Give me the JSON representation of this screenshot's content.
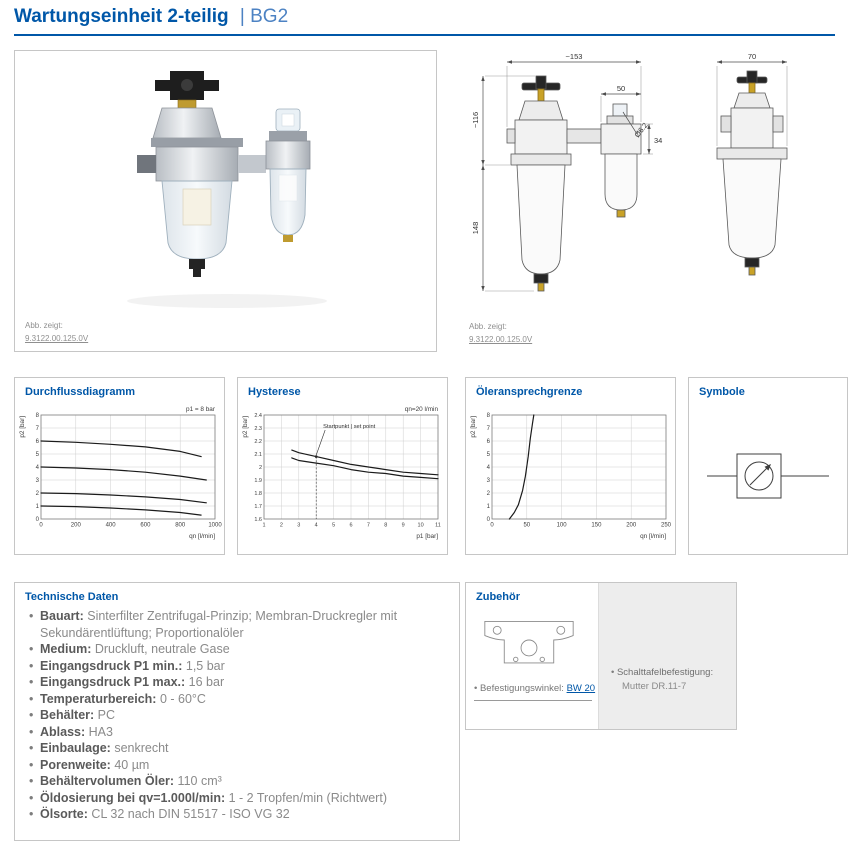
{
  "colors": {
    "accent_blue": "#0057a8",
    "heading_suffix_blue": "#4c82c3",
    "body_text_gray": "#8a8a8a",
    "label_gray": "#5a5a5a"
  },
  "glyphs": {
    "bullet": "•"
  },
  "page": {
    "title": "Wartungseinheit 2-teilig",
    "subtitle": "| BG2"
  },
  "product_panel": {
    "caption_label": "Abb. zeigt:",
    "caption_code": "9.3122.00.125.0V"
  },
  "drawing_panel": {
    "caption_label": "Abb. zeigt:",
    "caption_code": "9.3122.00.125.0V",
    "dimensions": {
      "width_front": "~153",
      "width_side": "70",
      "width_inner": "50",
      "diameter": "Ø6.2",
      "height_small": "34",
      "height_upper": "~116",
      "height_bowl": "148"
    }
  },
  "symbole": {
    "title": "Symbole"
  },
  "chart_data": [
    {
      "type": "line",
      "title": "Durchflussdiagramm",
      "note": "p1 = 8 bar",
      "xlabel": "qn [l/min]",
      "ylabel": "p2 [bar]",
      "xlim": [
        0,
        1000
      ],
      "ylim": [
        0,
        8
      ],
      "xticks": [
        0,
        200,
        400,
        600,
        800,
        1000
      ],
      "yticks": [
        0,
        1,
        2,
        3,
        4,
        5,
        6,
        7,
        8
      ],
      "grid": true,
      "tick_font": 6,
      "series": [
        {
          "points": [
            [
              0,
              6
            ],
            [
              200,
              5.9
            ],
            [
              400,
              5.75
            ],
            [
              600,
              5.55
            ],
            [
              800,
              5.2
            ],
            [
              920,
              4.8
            ]
          ]
        },
        {
          "points": [
            [
              0,
              4
            ],
            [
              200,
              3.92
            ],
            [
              400,
              3.8
            ],
            [
              600,
              3.6
            ],
            [
              800,
              3.3
            ],
            [
              950,
              3.0
            ]
          ]
        },
        {
          "points": [
            [
              0,
              2
            ],
            [
              200,
              1.95
            ],
            [
              400,
              1.85
            ],
            [
              600,
              1.7
            ],
            [
              800,
              1.5
            ],
            [
              950,
              1.25
            ]
          ]
        },
        {
          "points": [
            [
              0,
              1
            ],
            [
              200,
              0.95
            ],
            [
              400,
              0.85
            ],
            [
              600,
              0.7
            ],
            [
              800,
              0.5
            ],
            [
              920,
              0.3
            ]
          ]
        }
      ]
    },
    {
      "type": "line",
      "title": "Hysterese",
      "note": "qn=20 l/min",
      "xlabel": "p1 [bar]",
      "ylabel": "p2 [bar]",
      "xlim": [
        1,
        11
      ],
      "ylim": [
        1.6,
        2.4
      ],
      "xticks": [
        1,
        2,
        3,
        4,
        5,
        6,
        7,
        8,
        9,
        10,
        11
      ],
      "yticks": [
        1.6,
        1.7,
        1.8,
        1.9,
        2,
        2.1,
        2.2,
        2.3,
        2.4
      ],
      "grid": true,
      "tick_font": 5.5,
      "series": [
        {
          "points": [
            [
              2.6,
              2.13
            ],
            [
              3,
              2.11
            ],
            [
              4,
              2.08
            ],
            [
              5,
              2.05
            ],
            [
              6,
              2.02
            ],
            [
              7,
              2.0
            ],
            [
              8,
              1.98
            ],
            [
              9,
              1.96
            ],
            [
              10,
              1.95
            ],
            [
              11,
              1.94
            ]
          ]
        },
        {
          "points": [
            [
              2.6,
              2.07
            ],
            [
              3,
              2.05
            ],
            [
              4,
              2.03
            ],
            [
              5,
              2.01
            ],
            [
              6,
              1.98
            ],
            [
              7,
              1.96
            ],
            [
              8,
              1.95
            ],
            [
              9,
              1.93
            ],
            [
              10,
              1.92
            ],
            [
              11,
              1.91
            ]
          ]
        }
      ],
      "annotation": {
        "text": "Startpunkt | set point",
        "tx": 4.4,
        "ty": 2.3,
        "x": 4,
        "y": 2.08,
        "vline": true
      }
    },
    {
      "type": "line",
      "title": "Öleransprechgrenze",
      "xlabel": "qn [l/min]",
      "ylabel": "p2 [bar]",
      "xlim": [
        0,
        250
      ],
      "ylim": [
        0,
        8
      ],
      "xticks": [
        0,
        50,
        100,
        150,
        200,
        250
      ],
      "yticks": [
        0,
        1,
        2,
        3,
        4,
        5,
        6,
        7,
        8
      ],
      "grid": true,
      "tick_font": 6,
      "series": [
        {
          "points": [
            [
              25,
              0
            ],
            [
              32,
              0.5
            ],
            [
              38,
              1.1
            ],
            [
              44,
              2.2
            ],
            [
              48,
              3.3
            ],
            [
              52,
              4.8
            ],
            [
              55,
              6.2
            ],
            [
              58,
              7.3
            ],
            [
              60,
              8
            ]
          ]
        }
      ]
    }
  ],
  "tech": {
    "title": "Technische Daten",
    "items": [
      {
        "label": "Bauart:",
        "value": "Sinterfilter Zentrifugal-Prinzip; Membran-Druckregler mit Sekundärentlüftung; Proportionalöler"
      },
      {
        "label": "Medium:",
        "value": "Druckluft, neutrale Gase"
      },
      {
        "label": "Eingangsdruck P1 min.:",
        "value": "1,5 bar"
      },
      {
        "label": "Eingangsdruck P1 max.:",
        "value": "16 bar"
      },
      {
        "label": "Temperaturbereich:",
        "value": "0 - 60°C"
      },
      {
        "label": "Behälter:",
        "value": "PC"
      },
      {
        "label": "Ablass:",
        "value": "HA3"
      },
      {
        "label": "Einbaulage:",
        "value": "senkrecht"
      },
      {
        "label": "Porenweite:",
        "value": "40 µm"
      },
      {
        "label": "Behältervolumen Öler:",
        "value": "110 cm³"
      },
      {
        "label": "Öldosierung bei qv=1.000l/min:",
        "value": "1 - 2 Tropfen/min (Richtwert)"
      },
      {
        "label": "Ölsorte:",
        "value": "CL 32 nach DIN 51517 - ISO VG 32"
      }
    ]
  },
  "zubehoer": {
    "title": "Zubehör",
    "bracket_label": "Befestigungswinkel:",
    "bracket_link": "BW 20",
    "panel_label": "Schalttafelbefestigung:",
    "panel_value": "Mutter DR.11-7"
  }
}
